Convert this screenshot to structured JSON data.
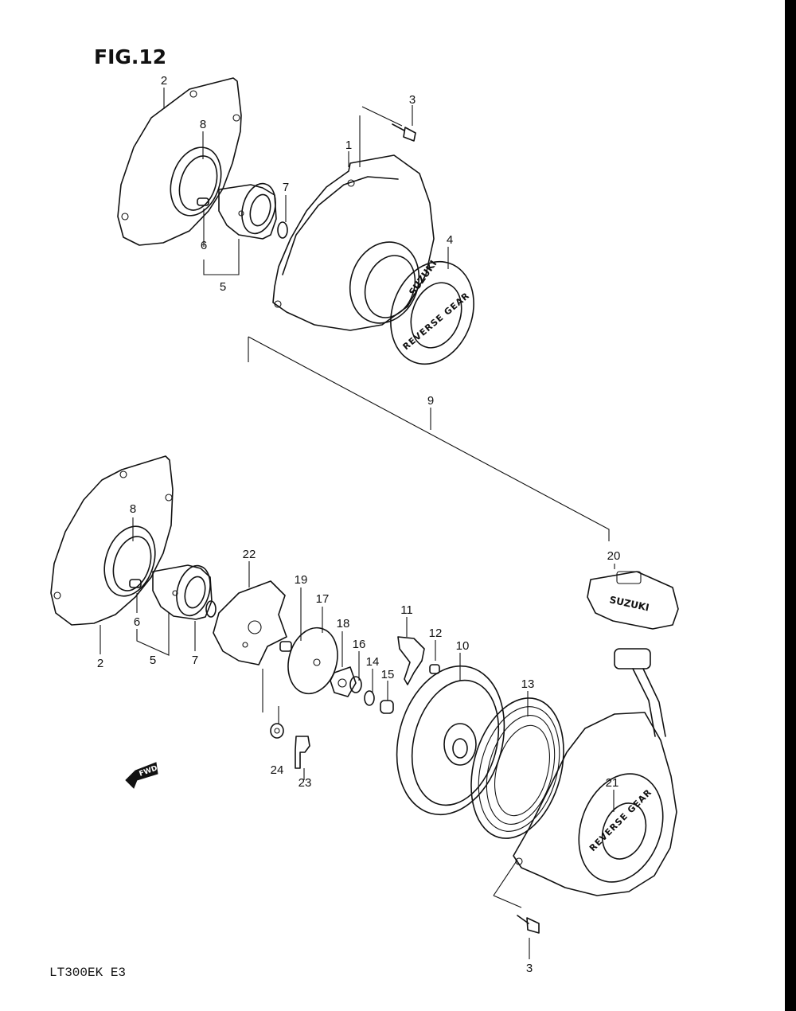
{
  "figure": {
    "title": "FIG.12",
    "model_code": "LT300EK E3"
  },
  "emblem": {
    "brand": "SUZUKI",
    "caption": "REVERSE GEAR"
  },
  "callouts": [
    {
      "id": "c-2-top",
      "text": "2"
    },
    {
      "id": "c-8-top",
      "text": "8"
    },
    {
      "id": "c-7-top",
      "text": "7"
    },
    {
      "id": "c-6-top",
      "text": "6"
    },
    {
      "id": "c-5-top",
      "text": "5"
    },
    {
      "id": "c-3-top",
      "text": "3"
    },
    {
      "id": "c-1",
      "text": "1"
    },
    {
      "id": "c-4",
      "text": "4"
    },
    {
      "id": "c-9",
      "text": "9"
    },
    {
      "id": "c-8-bot",
      "text": "8"
    },
    {
      "id": "c-6-bot",
      "text": "6"
    },
    {
      "id": "c-2-bot",
      "text": "2"
    },
    {
      "id": "c-5-bot",
      "text": "5"
    },
    {
      "id": "c-7-bot",
      "text": "7"
    },
    {
      "id": "c-22",
      "text": "22"
    },
    {
      "id": "c-19",
      "text": "19"
    },
    {
      "id": "c-17",
      "text": "17"
    },
    {
      "id": "c-18",
      "text": "18"
    },
    {
      "id": "c-16",
      "text": "16"
    },
    {
      "id": "c-14",
      "text": "14"
    },
    {
      "id": "c-15",
      "text": "15"
    },
    {
      "id": "c-11",
      "text": "11"
    },
    {
      "id": "c-12",
      "text": "12"
    },
    {
      "id": "c-10",
      "text": "10"
    },
    {
      "id": "c-13",
      "text": "13"
    },
    {
      "id": "c-20",
      "text": "20"
    },
    {
      "id": "c-21",
      "text": "21"
    },
    {
      "id": "c-24",
      "text": "24"
    },
    {
      "id": "c-23",
      "text": "23"
    },
    {
      "id": "c-3-bot",
      "text": "3"
    }
  ],
  "direction_marker": {
    "text": "FWD",
    "icon": "fwd-arrow-icon"
  }
}
